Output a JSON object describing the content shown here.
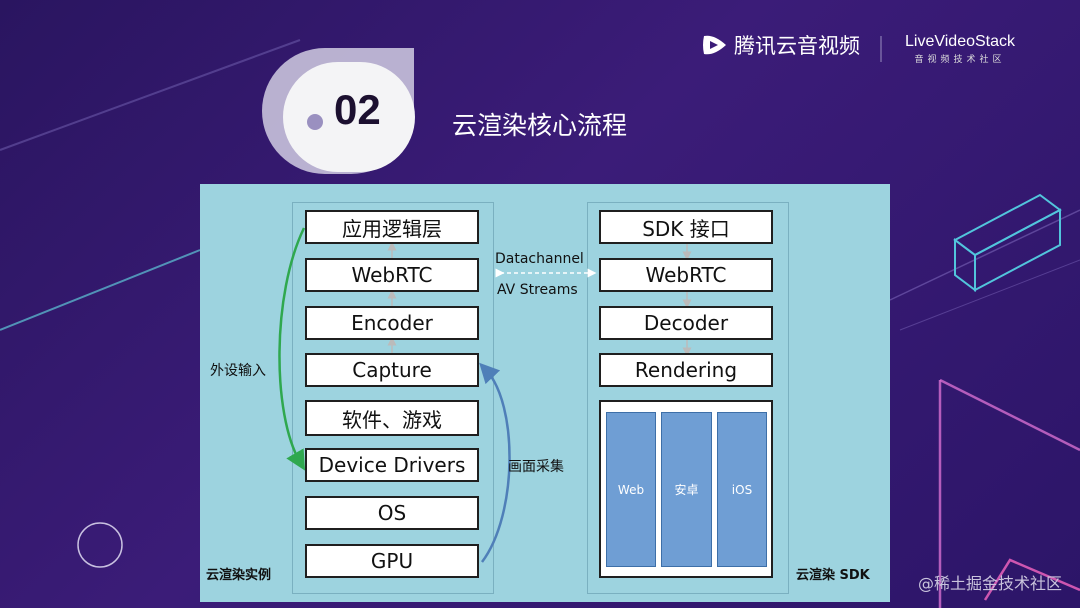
{
  "header": {
    "brand_tencent": "腾讯云音视频",
    "brand_lvs": "LiveVideoStack",
    "brand_lvs_sub": "音视频技术社区"
  },
  "section": {
    "number": "02",
    "title": "云渲染核心流程"
  },
  "left_column": {
    "label": "云渲染实例",
    "boxes": [
      "应用逻辑层",
      "WebRTC",
      "Encoder",
      "Capture",
      "软件、游戏",
      "Device Drivers",
      "OS",
      "GPU"
    ]
  },
  "right_column": {
    "label": "云渲染 SDK",
    "boxes": [
      "SDK 接口",
      "WebRTC",
      "Decoder",
      "Rendering"
    ],
    "platforms": [
      "Web",
      "安卓",
      "iOS"
    ]
  },
  "annotations": {
    "external_input": "外设输入",
    "frame_capture": "画面采集",
    "datachannel": "Datachannel",
    "av_streams": "AV Streams"
  },
  "colors": {
    "panel": "#9dd3df",
    "green_arrow": "#2fa84f",
    "blue_arrow": "#4f7fb8",
    "platform_fill": "#6f9ed4"
  },
  "watermark": "@稀土掘金技术社区"
}
